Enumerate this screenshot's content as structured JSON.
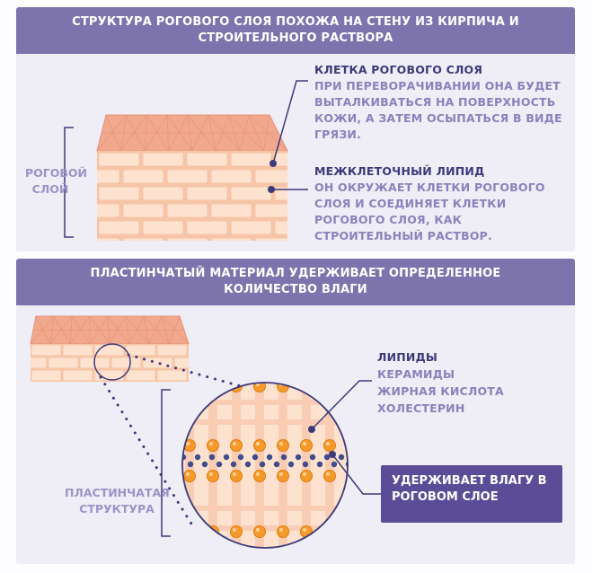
{
  "top_section": {
    "title": "СТРУКТУРА РОГОВОГО СЛОЯ ПОХОЖА НА СТЕНУ ИЗ КИРПИЧА И СТРОИТЕЛЬНОГО РАСТВОРА",
    "layer_label_line1": "РОГОВОЙ",
    "layer_label_line2": "СЛОЙ",
    "cell": {
      "heading": "КЛЕТКА РОГОВОГО СЛОЯ",
      "lines": [
        "ПРИ ПЕРЕВОРАЧИВАНИИ ОНА БУДЕТ",
        "ВЫТАЛКИВАТЬСЯ НА ПОВЕРХНОСТЬ",
        "КОЖИ, А ЗАТЕМ ОСЫПАТЬСЯ В ВИДЕ",
        "ГРЯЗИ."
      ]
    },
    "lipid": {
      "heading": "МЕЖКЛЕТОЧНЫЙ ЛИПИД",
      "lines": [
        "ОН ОКРУЖАЕТ КЛЕТКИ РОГОВОГО",
        "СЛОЯ И СОЕДИНЯЕТ КЛЕТКИ",
        "РОГОВОГО СЛОЯ, КАК",
        "СТРОИТЕЛЬНЫЙ РАСТВОР."
      ]
    }
  },
  "bottom_section": {
    "title": "ПЛАСТИНЧАТЫЙ МАТЕРИАЛ УДЕРЖИВАЕТ ОПРЕДЕЛЕННОЕ КОЛИЧЕСТВО ВЛАГИ",
    "structure_label_line1": "ПЛАСТИНЧАТАЯ",
    "structure_label_line2": "СТРУКТУРА",
    "lipids": {
      "heading": "ЛИПИДЫ",
      "items": [
        "КЕРАМИДЫ",
        "ЖИРНАЯ КИСЛОТА",
        "ХОЛЕСТЕРИН"
      ]
    },
    "callout_line1": "УДЕРЖИВАЕТ ВЛАГУ В",
    "callout_line2": "РОГОВОМ СЛОЕ"
  },
  "colors": {
    "banner": "#7d74ae",
    "panel": "#efedf5",
    "heading": "#3d3a7a",
    "body_text": "#8a82bc",
    "brick_fill": "#fde3cf",
    "brick_top": "#f1a98d",
    "mortar": "#f6c4a6",
    "lipid_orange": "#f59a2a",
    "lipid_blue": "#3f4b8c",
    "callout": "#5b4c97"
  }
}
